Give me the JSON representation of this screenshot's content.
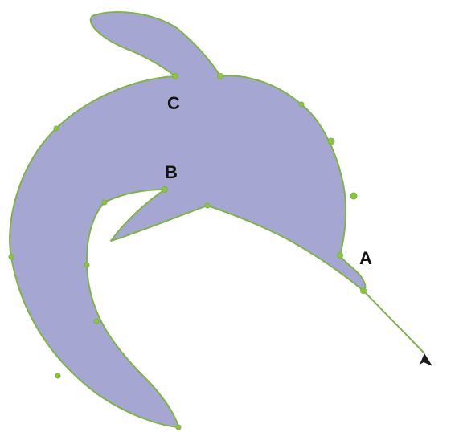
{
  "colors": {
    "background": "#ffffff",
    "shape_fill": "#a6a6d2",
    "path_stroke": "#7fb24a",
    "anchor_point": "#8cc63f",
    "label_text": "#111111",
    "cursor": "#1a1a1a"
  },
  "points": {
    "a": {
      "label": "A"
    },
    "b": {
      "label": "B"
    },
    "c": {
      "label": "C"
    }
  },
  "icons": {
    "cursor": "arrow-pointer-icon"
  }
}
